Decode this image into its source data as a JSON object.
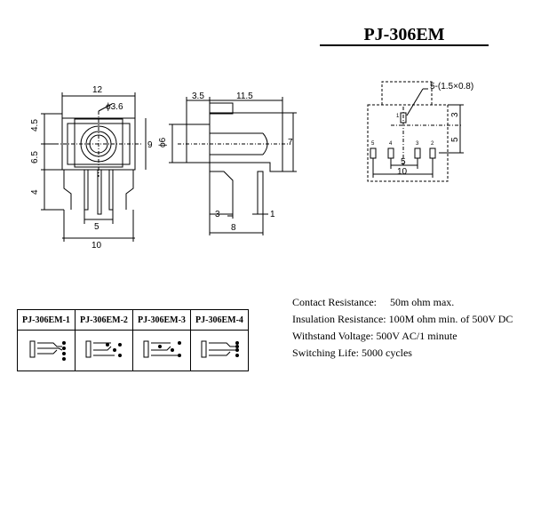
{
  "title": "PJ-306EM",
  "front_view": {
    "dim_width": "12",
    "dim_hole": "ϕ3.6",
    "dim_top": "4.5",
    "dim_mid": "6.5",
    "dim_pin": "4",
    "dim_right": "9",
    "dim_pin_spacing": "5",
    "dim_bottom": "10"
  },
  "side_view": {
    "dim_front": "3.5",
    "dim_length": "11.5",
    "dim_diameter": "ϕ6",
    "dim_height": "7",
    "dim_pin_a": "3",
    "dim_pin_b": "1",
    "dim_pin_span": "8"
  },
  "pcb_layout": {
    "hole_spec": "5-(1.5×0.8)",
    "dim_3": "3",
    "dim_5_vert": "5",
    "dim_5_horiz": "5",
    "dim_10": "10",
    "pin_labels": [
      "1",
      "5",
      "4",
      "3",
      "2"
    ]
  },
  "variants": [
    "PJ-306EM-1",
    "PJ-306EM-2",
    "PJ-306EM-3",
    "PJ-306EM-4"
  ],
  "specs": [
    "Contact Resistance:     50m ohm max.",
    "Insulation Resistance: 100M ohm min. of 500V DC",
    "Withstand Voltage: 500V AC/1 minute",
    "Switching Life: 5000 cycles"
  ]
}
